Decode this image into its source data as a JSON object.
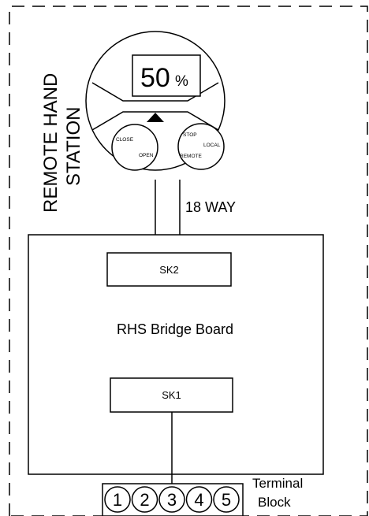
{
  "remote_hand_station": {
    "label_line1": "REMOTE HAND",
    "label_line2": "STATION",
    "display_value": "50",
    "display_unit": "%",
    "left_knob": {
      "close_label": "CLOSE",
      "open_label": "OPEN"
    },
    "right_knob": {
      "stop_label": "STOP",
      "local_label": "LOCAL",
      "remote_label": "REMOTE"
    }
  },
  "cable": {
    "label": "18 WAY"
  },
  "bridge_board": {
    "label": "RHS Bridge Board",
    "sk2_label": "SK2",
    "sk1_label": "SK1"
  },
  "terminal_block": {
    "label_line1": "Terminal",
    "label_line2": "Block",
    "terminals": [
      "1",
      "2",
      "3",
      "4",
      "5"
    ]
  }
}
